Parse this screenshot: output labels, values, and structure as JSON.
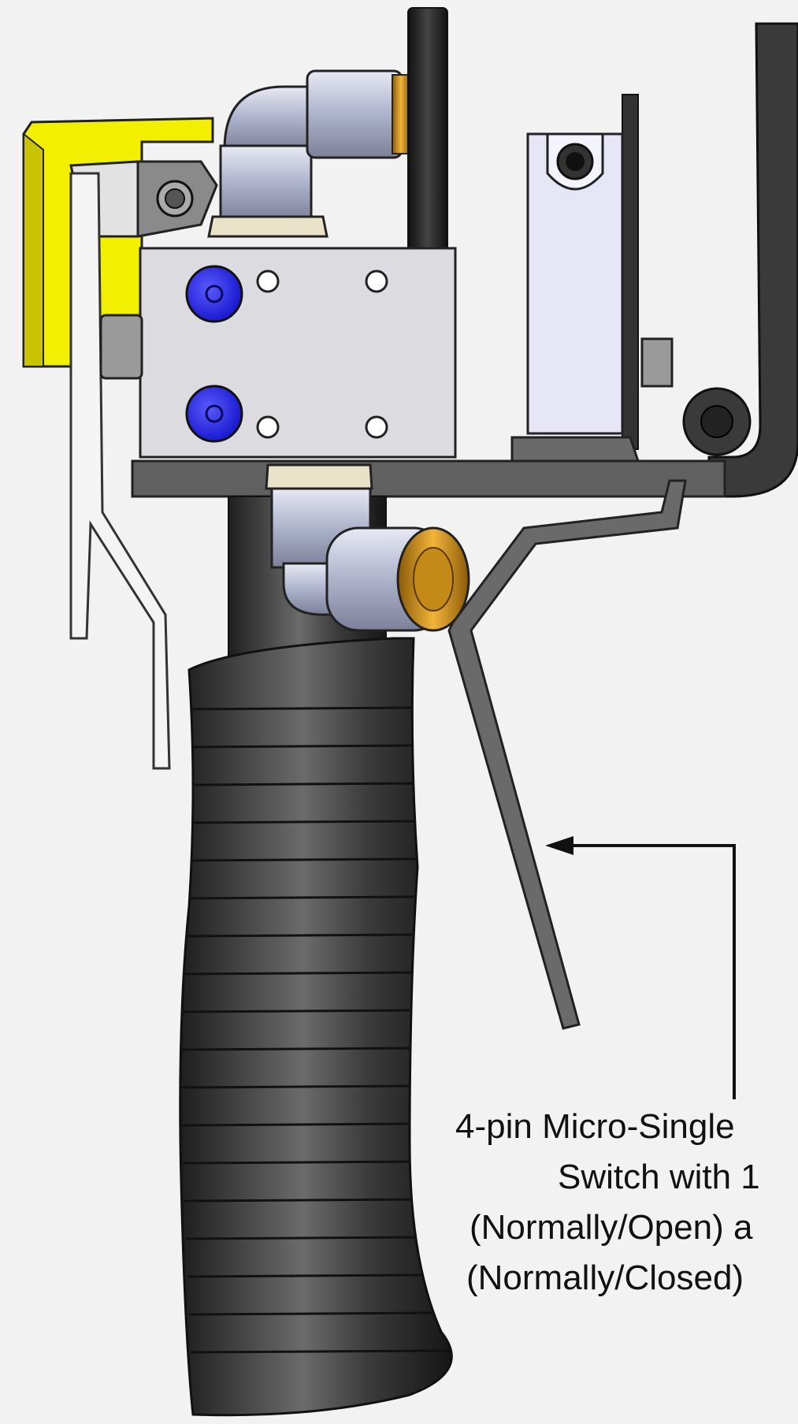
{
  "callout": {
    "lines": [
      "4-pin Micro-Single",
      "Switch with 1",
      "(Normally/Open) a",
      "(Normally/Closed)"
    ]
  },
  "colors": {
    "background": "#f2f2f2",
    "grip": "#2b2b2b",
    "manifold": "#dcdce0",
    "fittings": "#b9bed8",
    "brass": "#d49a20",
    "yellow_bracket": "#f2f000",
    "blue_screws": "#2f2ff2",
    "trigger": "#6a6a6a",
    "callout_text": "#111111"
  },
  "icons": {
    "arrow": "arrow-left-icon"
  }
}
